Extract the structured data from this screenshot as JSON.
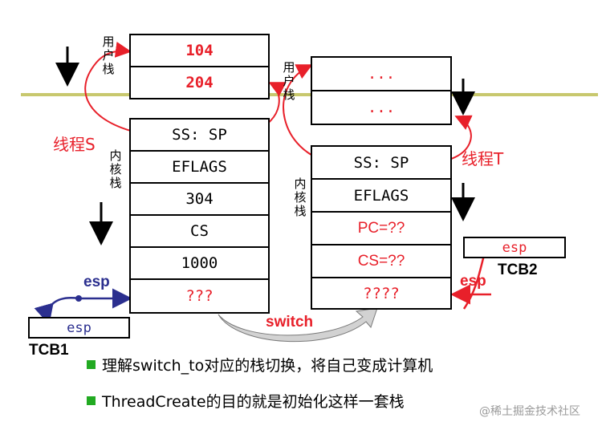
{
  "labels": {
    "user_stack": "用户栈",
    "kernel_stack": "内核栈",
    "thread_s": "线程S",
    "thread_t": "线程T",
    "esp": "esp",
    "switch": "switch",
    "tcb1": "TCB1",
    "tcb2": "TCB2",
    "watermark": "@稀土掘金技术社区"
  },
  "thread_s": {
    "user_stack": [
      "104",
      "204"
    ],
    "kernel_stack": [
      "SS: SP",
      "EFLAGS",
      "304",
      "CS",
      "1000",
      "???"
    ],
    "tcb_field": "esp"
  },
  "thread_t": {
    "user_stack": [
      "...",
      "..."
    ],
    "kernel_stack": [
      "SS: SP",
      "EFLAGS",
      "PC=??",
      "CS=??",
      "????"
    ],
    "tcb_field": "esp"
  },
  "bullets": [
    "理解switch_to对应的栈切换，将自己变成计算机",
    "ThreadCreate的目的就是初始化这样一套栈"
  ],
  "colors": {
    "divider": "#c8c86e",
    "red": "#e8202a",
    "blue": "#2b2f8f",
    "bullet": "#22aa22"
  }
}
